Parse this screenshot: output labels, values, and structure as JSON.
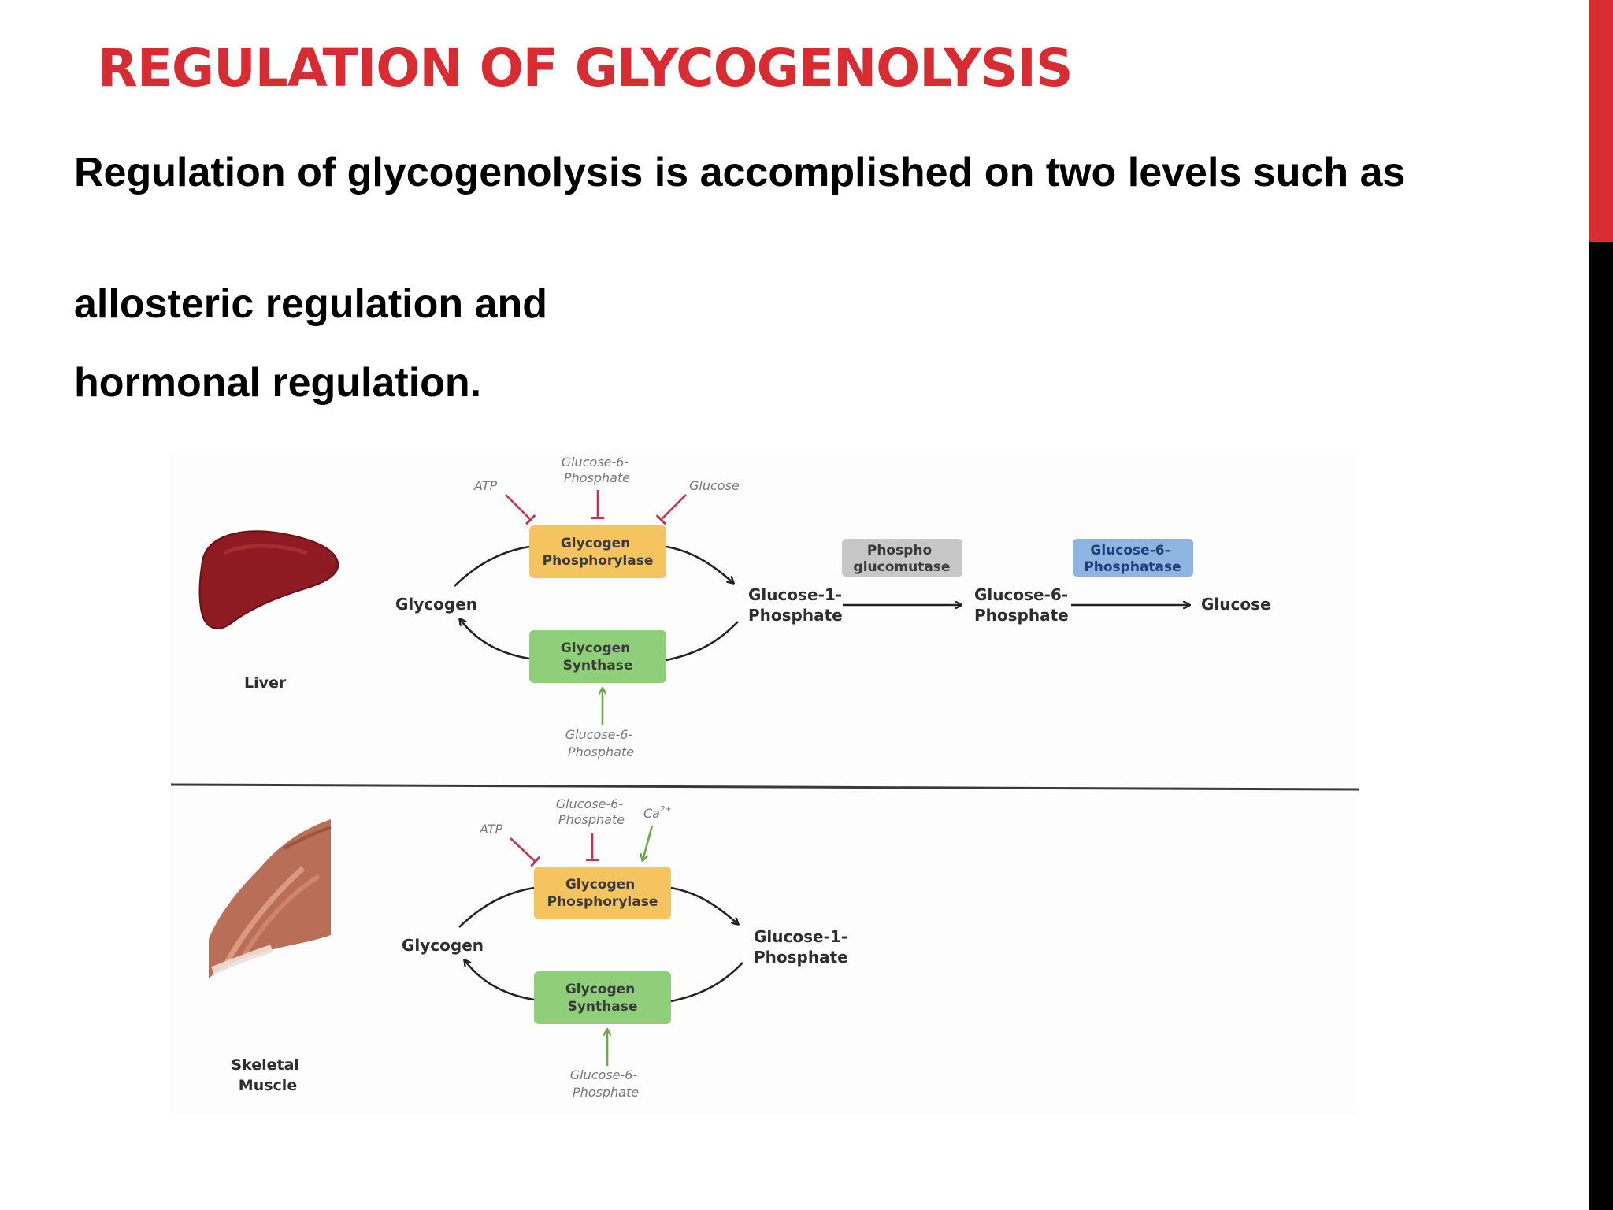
{
  "slide": {
    "title": "REGULATION OF GLYCOGENOLYSIS",
    "paragraphs": [
      "Regulation of glycogenolysis is accomplished on two levels such as",
      "allosteric regulation and",
      "hormonal regulation."
    ]
  },
  "colors": {
    "accent": "#d82b32",
    "side_bar_lower": "#000000",
    "phosphorylase_box": "#f6c45f",
    "synthase_box": "#8fcf7a",
    "mutase_box": "#c7c7c7",
    "phosphatase_box": "#8fb4e0",
    "inhibition": "#c8344b",
    "activation": "#6aaa4c"
  },
  "diagram": {
    "liver": {
      "organ_label": "Liver",
      "glycogen": "Glycogen",
      "phosphorylase": [
        "Glycogen",
        "Phosphorylase"
      ],
      "synthase": [
        "Glycogen",
        "Synthase"
      ],
      "g1p": [
        "Glucose-1-",
        "Phosphate"
      ],
      "mutase": [
        "Phospho",
        "glucomutase"
      ],
      "g6p": [
        "Glucose-6-",
        "Phosphate"
      ],
      "phosphatase": [
        "Glucose-6-",
        "Phosphatase"
      ],
      "glucose": "Glucose",
      "reg_atp": "ATP",
      "reg_g6p_top": [
        "Glucose-6-",
        "Phosphate"
      ],
      "reg_glucose": "Glucose",
      "reg_g6p_bottom": [
        "Glucose-6-",
        "Phosphate"
      ]
    },
    "muscle": {
      "organ_label": [
        "Skeletal",
        "Muscle"
      ],
      "glycogen": "Glycogen",
      "phosphorylase": [
        "Glycogen",
        "Phosphorylase"
      ],
      "synthase": [
        "Glycogen",
        "Synthase"
      ],
      "g1p": [
        "Glucose-1-",
        "Phosphate"
      ],
      "reg_atp": "ATP",
      "reg_g6p_top": [
        "Glucose-6-",
        "Phosphate"
      ],
      "reg_ca": "Ca",
      "reg_ca_sup": "2+",
      "reg_g6p_bottom": [
        "Glucose-6-",
        "Phosphate"
      ]
    }
  }
}
